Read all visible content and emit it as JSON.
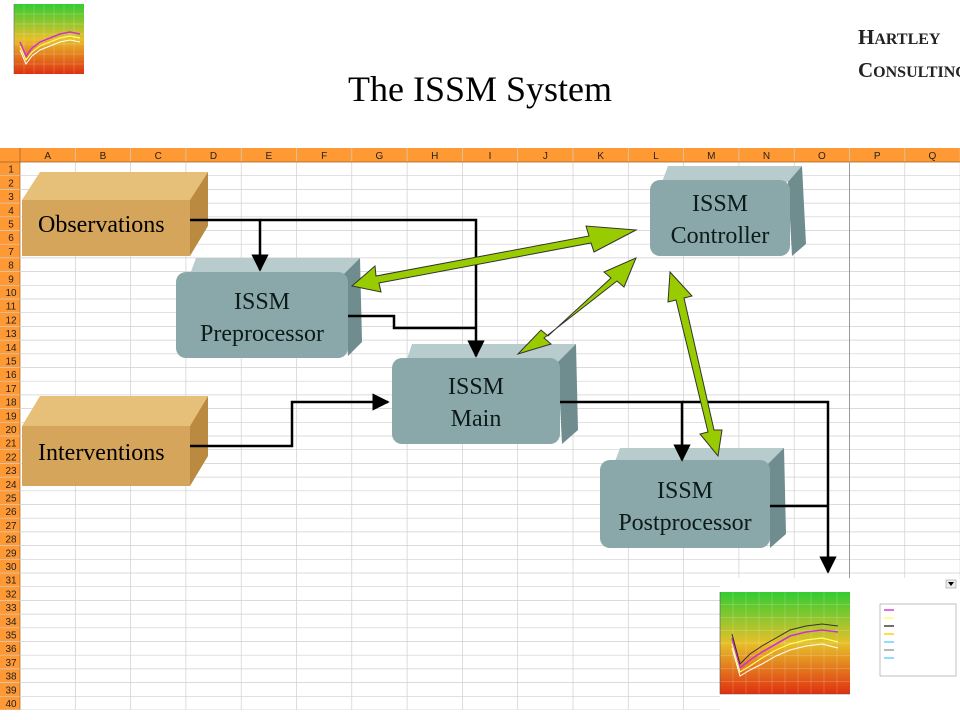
{
  "title": "The ISSM System",
  "logo": {
    "line1_big": "H",
    "line1_rest": "ARTLEY",
    "line2_big": "C",
    "line2_rest": "ONSULTING"
  },
  "spreadsheet": {
    "columns": [
      "A",
      "B",
      "C",
      "D",
      "E",
      "F",
      "G",
      "H",
      "I",
      "J",
      "K",
      "L",
      "M",
      "N",
      "O",
      "P",
      "Q"
    ],
    "row_count": 40,
    "header_color": "#ff9933",
    "grid_color": "#cfcfcf"
  },
  "inputs": [
    {
      "id": "observations",
      "label": "Observations"
    },
    {
      "id": "interventions",
      "label": "Interventions"
    }
  ],
  "components": {
    "controller": {
      "line1": "ISSM",
      "line2": "Controller"
    },
    "preprocessor": {
      "line1": "ISSM",
      "line2": "Preprocessor"
    },
    "main": {
      "line1": "ISSM",
      "line2": "Main"
    },
    "postprocessor": {
      "line1": "ISSM",
      "line2": "Postprocessor"
    }
  },
  "colors": {
    "box_fill": "#8aa8aa",
    "slab_fill": "#d4a55b",
    "arrow_green": "#99cc00",
    "chart_green": "#33cc33",
    "chart_red": "#e03010"
  },
  "icons": [
    "line-chart-thumbnail-icon",
    "chart-window-icon"
  ]
}
